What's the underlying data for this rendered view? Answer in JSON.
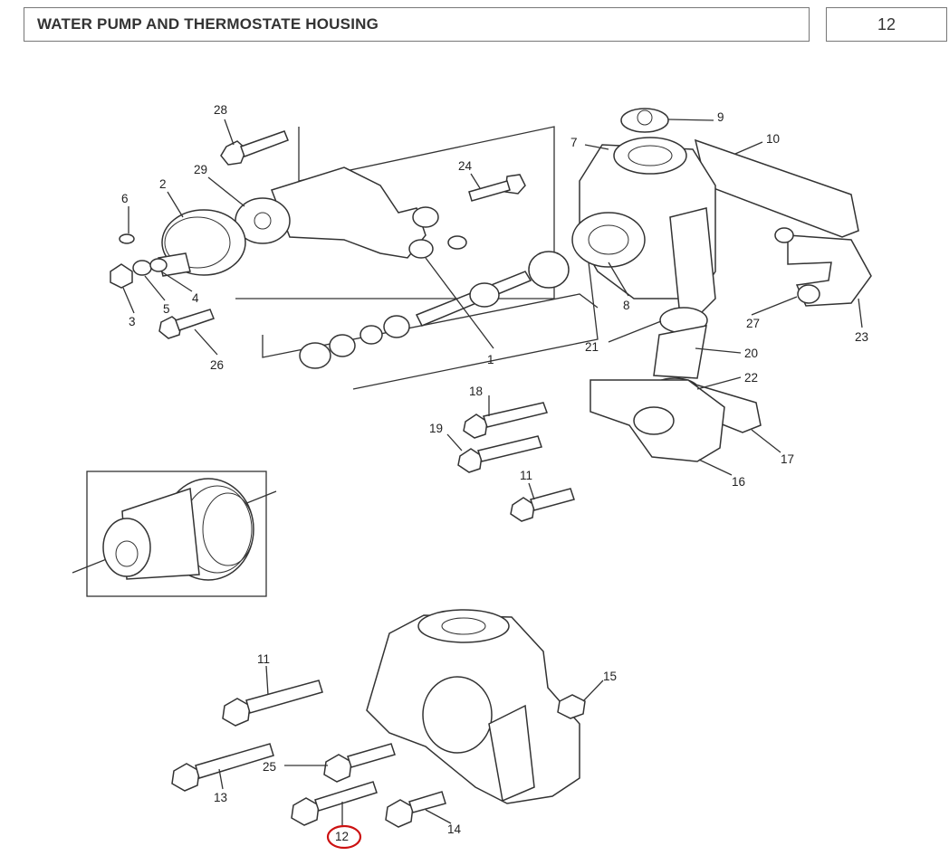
{
  "header": {
    "title": "WATER PUMP AND THERMOSTATE HOUSING",
    "page_number": "12"
  },
  "callouts": {
    "c28": "28",
    "c9": "9",
    "c7": "7",
    "c10": "10",
    "c24": "24",
    "c29": "29",
    "c2": "2",
    "c6": "6",
    "c4": "4",
    "c5": "5",
    "c3": "3",
    "c26": "26",
    "c1": "1",
    "c8": "8",
    "c27": "27",
    "c23": "23",
    "c21": "21",
    "c20": "20",
    "c22": "22",
    "c18": "18",
    "c19": "19",
    "c17": "17",
    "c16": "16",
    "c11a": "11",
    "c11b": "11",
    "c15": "15",
    "c25": "25",
    "c13": "13",
    "c12": "12",
    "c14": "14"
  },
  "highlight": {
    "callout": "12",
    "color": "#cc1111"
  }
}
